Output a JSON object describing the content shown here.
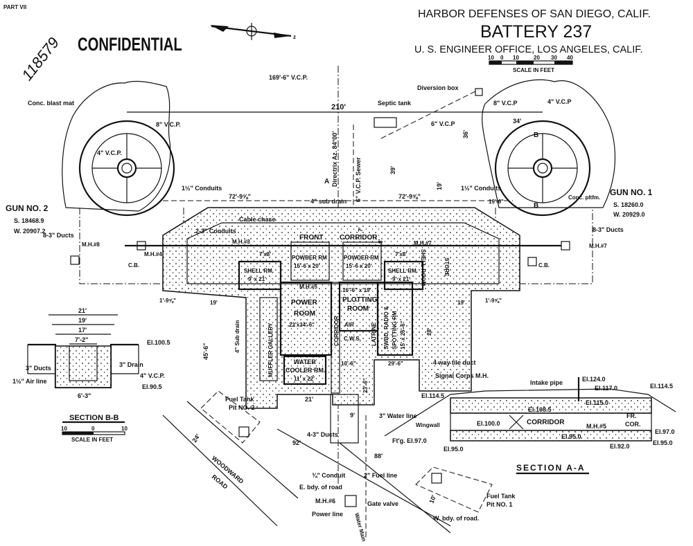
{
  "header": {
    "part": "PART VII",
    "stamp": "CONFIDENTIAL",
    "serial": "118579",
    "title1": "HARBOR DEFENSES OF SAN DIEGO, CALIF.",
    "title2": "BATTERY 237",
    "title3": "U. S. ENGINEER OFFICE, LOS ANGELES, CALIF.",
    "scale_ticks": [
      "10",
      "0",
      "10",
      "20",
      "30",
      "40"
    ],
    "scale_label": "SCALE IN FEET",
    "north": "z"
  },
  "plan": {
    "vcp_169": "169'-6\" V.C.P.",
    "blast_mat": "Conc. blast mat",
    "dim_210": "210'",
    "septic": "Septic tank",
    "vcp6": "6\" V.C.P",
    "diversion": "Diversion box",
    "vcp8_r": "8\" V.C.P",
    "vcp4_r": "4\" V.C.P",
    "dim_34": "34'",
    "dim_36": "36'",
    "vcp8_l": "8\" V.C.P.",
    "vcp4_l": "4\" V.C.P.",
    "directrix": "Directrix Az. 84°00'",
    "sewer": "6\" V.C.P. Sewer",
    "dim_39": "39'",
    "dim_19v": "19'",
    "conduits_l": "1½\" Conduits",
    "conduits_r": "1½\" Conduits",
    "gun2": "GUN NO. 2",
    "gun2_s": "S. 18468.9",
    "gun2_w": "W. 20907.2",
    "gun1": "GUN NO. 1",
    "gun1_s": "S. 18260.0",
    "gun1_w": "W. 20929.0",
    "dim_72_l": "72'-9⅝\"",
    "dim_72_r": "72'-9⅝\"",
    "subdrain": "4\" sub drain",
    "cable_chase": "Cable chase",
    "conduits_23": "2-3\" Conduits",
    "front": "FRONT",
    "corridor": "CORRIDOR",
    "powder_l": "POWDER RM",
    "powder_l_dim": "15'-6 x 20'",
    "powder_r": "POWDER RM",
    "powder_r_dim": "15'-6 x 20'",
    "shell_l": "SHELL RM.",
    "shell_l_dim": "9' x 21'",
    "shell_r": "SHELL RM.",
    "shell_r_dim": "9' x 21'",
    "mh3": "M.H.#3",
    "mh4": "M.H.#4",
    "mh5": "M.H.#5",
    "mh7": "M.H.#7",
    "mh8": "M.H.#8",
    "mh7r": "M.H.#7",
    "power1": "POWER",
    "power2": "ROOM",
    "power3": "22'x34'-6\"",
    "plot1": "16'-6\" x 19'",
    "plot2": "PLOTTING",
    "plot3": "ROOM",
    "air": "AIR",
    "cws": "C.W.S.",
    "latrine": "LATRINE",
    "swbd": "SWBD. RADIO &",
    "spotting": "SPOTTING RM",
    "swbd_dim": "15' x 26'-6\"",
    "muffler": "MUFFLER GALLERY",
    "corridor_v": "CORRIDOR",
    "water1": "WATER",
    "water2": "COOLER RM.",
    "water3": "11' x 22'",
    "dim_45": "45'-6\"",
    "subdrain_v": "4\" Sub drain",
    "dim_13": "13'-6\"",
    "dim_29": "29'-6\"",
    "dim_23": "23'-6\"",
    "dim_28": "28'",
    "tile_duct": "4 way tile duct",
    "signal": "Signal Corps M.H.",
    "dim_21": "21'",
    "dim_9": "9'",
    "ducts43": "4-3\" Ducts",
    "water_line": "3\" Water line",
    "fuel2a": "Fuel Tank",
    "fuel2b": "Pit NO. 2",
    "dim_92": "92'",
    "dim_88": "88'",
    "woodward": "WOODWARD",
    "road": "ROAD",
    "dim_24": "24'",
    "conduit34": "¾\" Conduit",
    "fuel_line": "2\" Fuel line",
    "e_bdy": "E. bdy. of road",
    "mh6": "M.H.#6",
    "gate": "Gate valve",
    "power_line": "Power line",
    "water_main": "Water Main",
    "dim_10": "10'",
    "fuel1a": "Fuel Tank",
    "fuel1b": "Pit NO. 1",
    "w_bdy": "W. bdy. of road.",
    "sec_a": "A",
    "b1": "B",
    "b2": "B",
    "conc_pltfm": "Conc. pltfm.",
    "dim_196": "19'-6\"",
    "ducts83_r": "8-3\" Ducts",
    "ducts83_l": "8-3\" Ducts",
    "cb_l": "C.B.",
    "cb_r": "C.B.",
    "dim_198_l": "1'-9⅝\"",
    "dim_198_r": "1'-9⅝\"",
    "dim_19_l": "19'",
    "dim_19_r": "19'",
    "store": "STORE",
    "shell_room": "SHELL ROOM",
    "dim_7": "7'",
    "dim_8": "8'",
    "dim_7x8_l": "7'x8'",
    "dim_7x8_r": "7'x8'"
  },
  "section_bb": {
    "d21": "21'",
    "d19": "19'",
    "d17": "17'",
    "d72": "7'-2\"",
    "el1005": "El.100.5",
    "ducts": "3\" Ducts",
    "drain": "3\" Drain",
    "air": "1½\" Air line",
    "vcp": "4\" V.C.P.",
    "el905": "El.90.5",
    "d63": "6'-3\"",
    "title": "SECTION B-B",
    "scale_ticks": [
      "10",
      "0",
      "10"
    ],
    "scale_label": "SCALE IN FEET"
  },
  "section_aa": {
    "el124": "El.124.0",
    "intake": "Intake pipe",
    "el117": "El.117.0",
    "el1145_r": "El.114.5",
    "el1145_l": "El.114.5",
    "el115": "El.115.0",
    "el1085": "El.108.5",
    "corridor": "CORRIDOR",
    "fr": "FR.",
    "cor": "COR.",
    "el100": "El.100.0",
    "mh5": "M.H.#5",
    "wingwall": "Wingwall",
    "ftg": "Ft'g. El.97.0",
    "el95_l": "El.95.0",
    "el95_m": "El.95.0",
    "el92": "El.92.0",
    "el97_r": "El.97.0",
    "el95_r": "El.95.0",
    "title": "SECTION A-A"
  }
}
